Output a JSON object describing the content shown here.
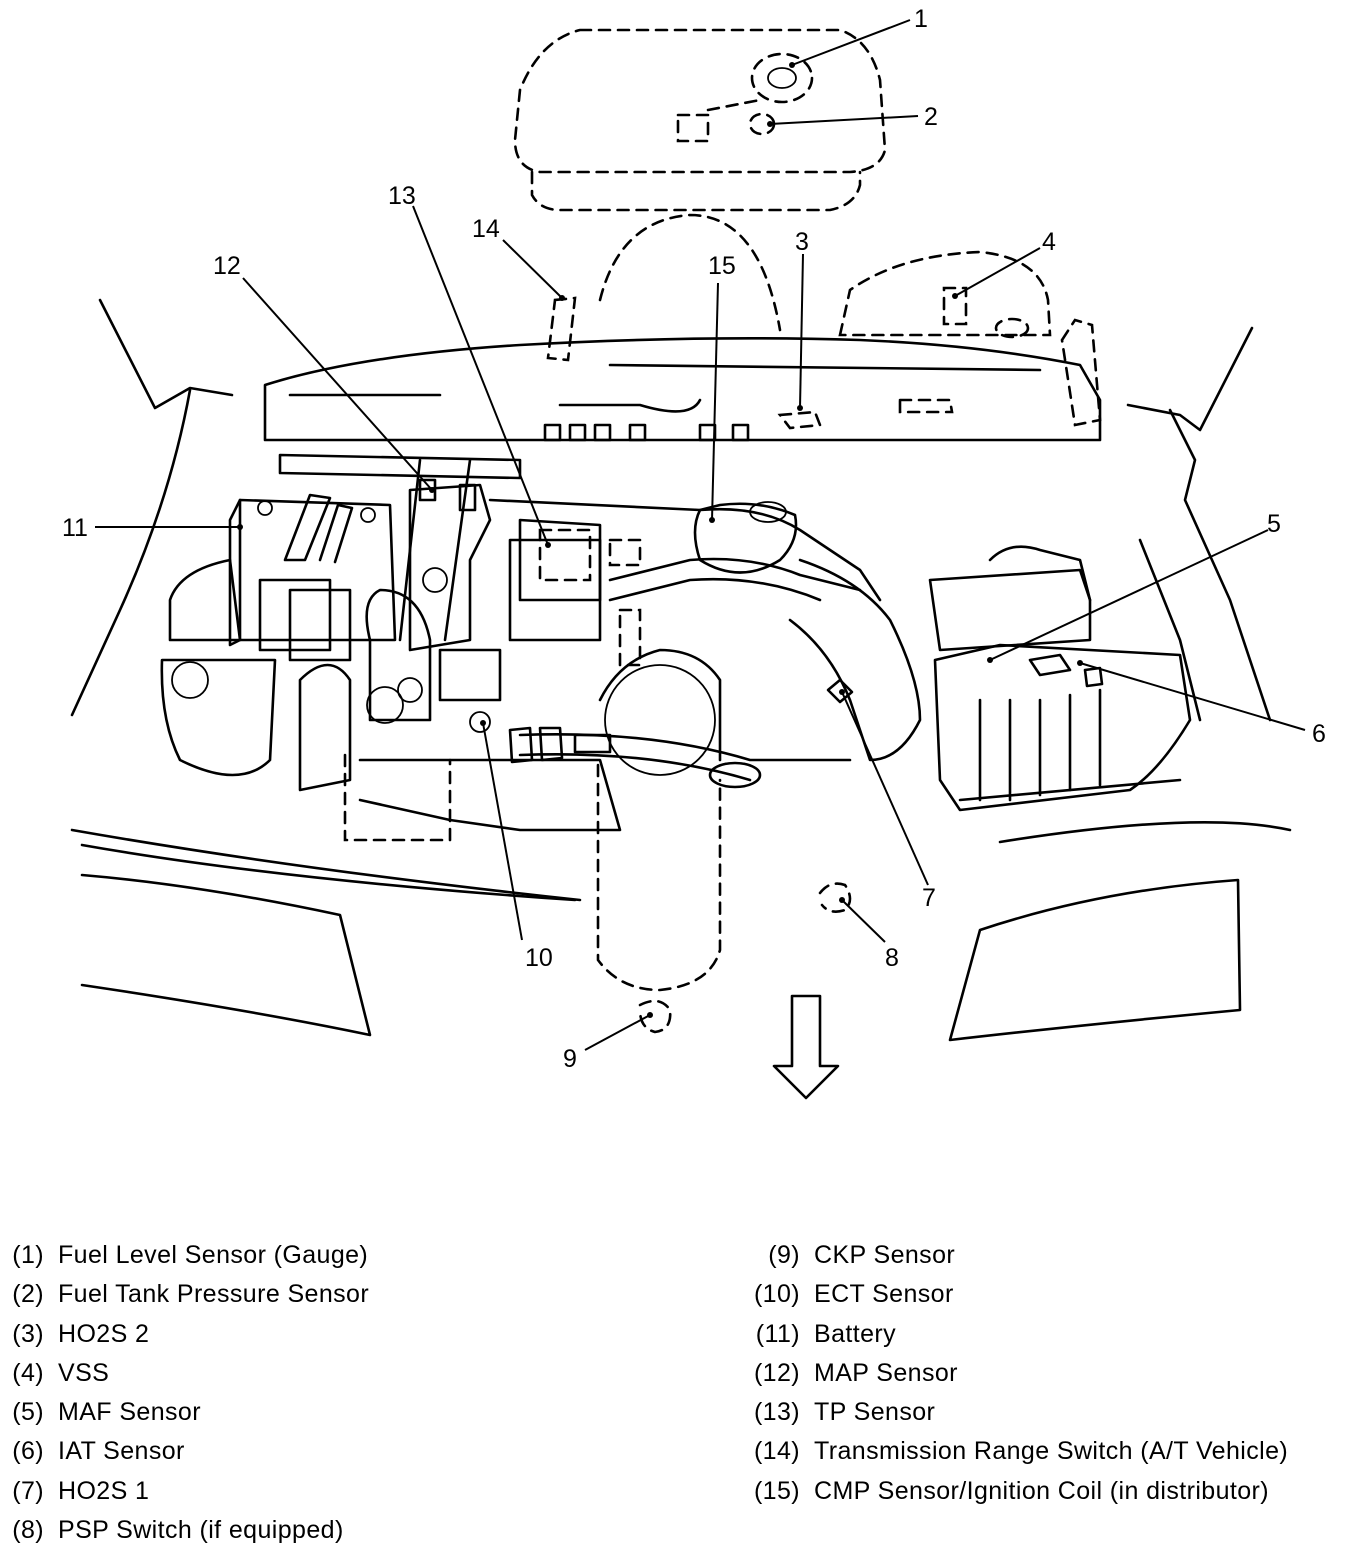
{
  "diagram": {
    "callouts": [
      "1",
      "2",
      "3",
      "4",
      "5",
      "6",
      "7",
      "8",
      "9",
      "10",
      "11",
      "12",
      "13",
      "14",
      "15"
    ]
  },
  "legend": {
    "left": [
      {
        "num": "(1)",
        "text": "Fuel Level Sensor (Gauge)"
      },
      {
        "num": "(2)",
        "text": "Fuel Tank Pressure Sensor"
      },
      {
        "num": "(3)",
        "text": "HO2S 2"
      },
      {
        "num": "(4)",
        "text": "VSS"
      },
      {
        "num": "(5)",
        "text": "MAF Sensor"
      },
      {
        "num": "(6)",
        "text": "IAT Sensor"
      },
      {
        "num": "(7)",
        "text": "HO2S 1"
      },
      {
        "num": "(8)",
        "text": "PSP Switch (if equipped)"
      }
    ],
    "right": [
      {
        "num": "(9)",
        "text": "CKP Sensor"
      },
      {
        "num": "(10)",
        "text": "ECT Sensor"
      },
      {
        "num": "(11)",
        "text": "Battery"
      },
      {
        "num": "(12)",
        "text": "MAP Sensor"
      },
      {
        "num": "(13)",
        "text": "TP Sensor"
      },
      {
        "num": "(14)",
        "text": "Transmission Range Switch (A/T Vehicle)"
      },
      {
        "num": "(15)",
        "text": "CMP Sensor/Ignition Coil (in distributor)"
      }
    ]
  }
}
